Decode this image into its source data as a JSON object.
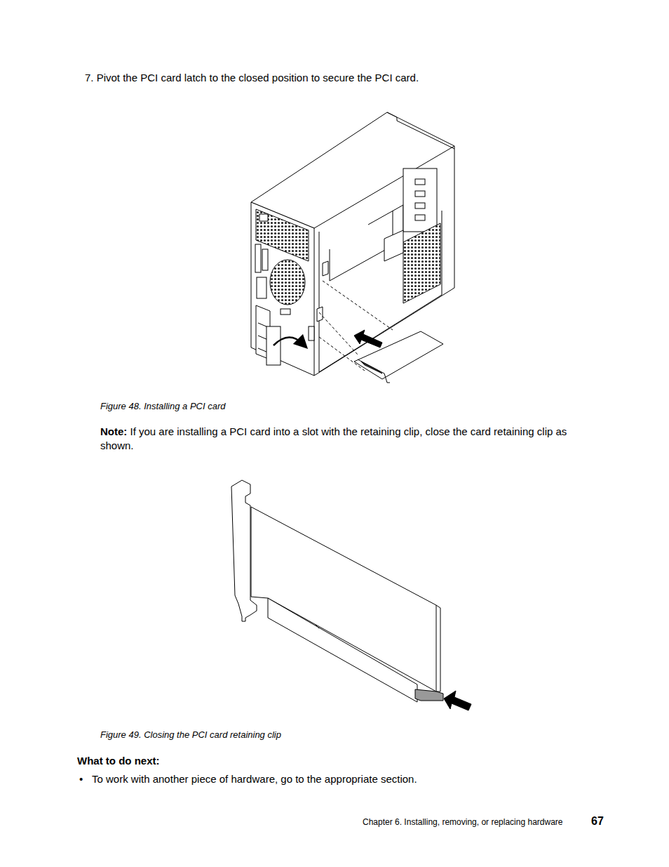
{
  "diagram": {
    "labels": [
      "7. Pivot the PCI card latch to the closed position to secure the PCI card.",
      "Figure 48. Installing a PCI card",
      "Note:",
      "If you are installing a PCI card into a slot with the retaining clip, close the card retaining clip as shown.",
      "Figure 49. Closing the PCI card retaining clip",
      "What to do next:",
      "•",
      "To work with another piece of hardware, go to the appropriate section.",
      "Chapter 6. Installing, removing, or replacing hardware",
      "67"
    ]
  }
}
